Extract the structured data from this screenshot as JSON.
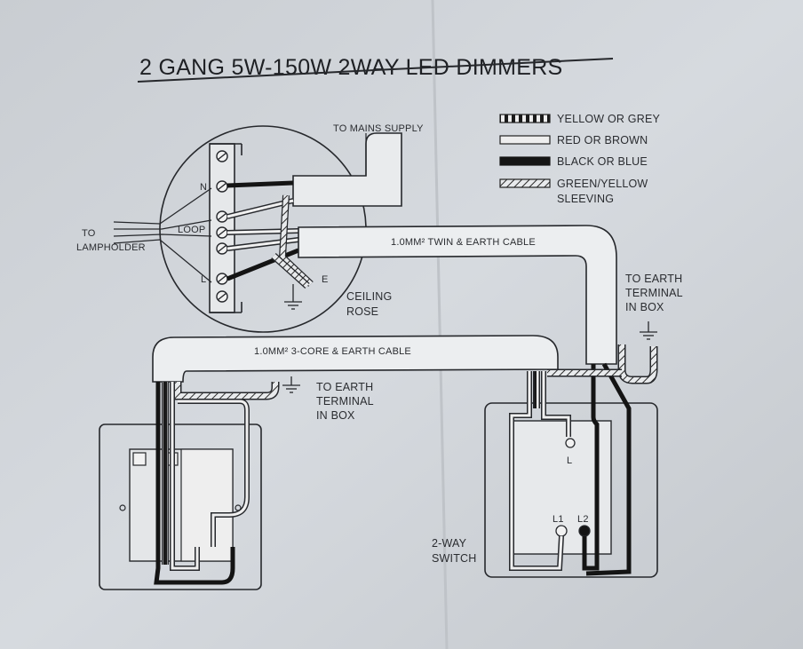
{
  "title": "2 GANG 5W-150W 2WAY LED DIMMERS",
  "legend": [
    {
      "swatch": "yellow-grey",
      "label": "YELLOW OR GREY"
    },
    {
      "swatch": "red-brown",
      "label": "RED OR BROWN"
    },
    {
      "swatch": "black-blue",
      "label": "BLACK OR BLUE"
    },
    {
      "swatch": "green-yellow",
      "label_line1": "GREEN/YELLOW",
      "label_line2": "SLEEVING"
    }
  ],
  "labels": {
    "mains_supply": "TO MAINS SUPPLY",
    "to": "TO",
    "lampholder": "LAMPHOLDER",
    "terminal_n": "N",
    "terminal_loop": "LOOP",
    "terminal_l": "L",
    "terminal_e": "E",
    "ceiling_rose_1": "CEILING",
    "ceiling_rose_2": "ROSE",
    "twin_earth_cable": "1.0MM² TWIN & EARTH CABLE",
    "earth_right_1": "TO EARTH",
    "earth_right_2": "TERMINAL",
    "earth_right_3": "IN BOX",
    "three_core_cable": "1.0MM² 3-CORE & EARTH CABLE",
    "earth_left_1": "TO EARTH",
    "earth_left_2": "TERMINAL",
    "earth_left_3": "IN BOX",
    "switch_terminal_l": "L",
    "switch_terminal_l1": "L1",
    "switch_terminal_l2": "L2",
    "two_way_switch_1": "2-WAY",
    "two_way_switch_2": "SWITCH"
  },
  "colors": {
    "paper": "#d3d7dc",
    "ink": "#26282c",
    "wire_black": "#141414"
  }
}
